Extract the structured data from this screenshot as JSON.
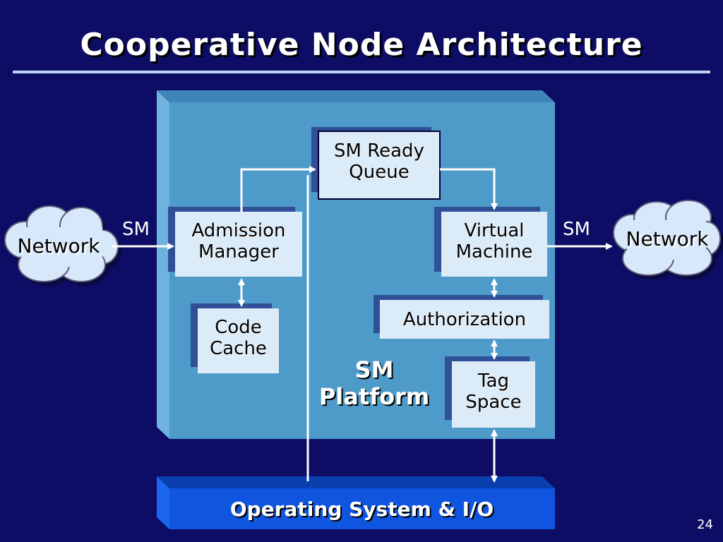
{
  "slide": {
    "title": "Cooperative Node Architecture",
    "page_number": "24"
  },
  "diagram": {
    "platform_label_line1": "SM",
    "platform_label_line2": "Platform",
    "os_label": "Operating System & I/O",
    "network_left": "Network",
    "network_right": "Network",
    "sm_in_label": "SM",
    "sm_out_label": "SM",
    "boxes": {
      "ready_queue": [
        "SM Ready",
        "Queue"
      ],
      "admission_manager": [
        "Admission",
        "Manager"
      ],
      "code_cache": [
        "Code",
        "Cache"
      ],
      "virtual_machine": [
        "Virtual",
        "Machine"
      ],
      "authorization": [
        "Authorization"
      ],
      "tag_space": [
        "Tag",
        "Space"
      ]
    }
  },
  "colors": {
    "background": "#0d0d66",
    "platform_face": "#4e9ac8",
    "platform_side": "#6fb2de",
    "box_face": "#dcebf8",
    "box_shadow": "#2f4f97",
    "os_face": "#1055e0",
    "cloud_fill": "#d7e8fa",
    "arrow": "#ffffff"
  }
}
